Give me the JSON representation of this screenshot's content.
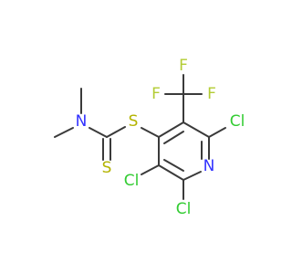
{
  "molecule": {
    "atoms": {
      "n_amine": {
        "label": "N",
        "color": "#3333ff"
      },
      "s_thione": {
        "label": "S",
        "color": "#b3b300"
      },
      "s_thio": {
        "label": "S",
        "color": "#b3b300"
      },
      "n_ring": {
        "label": "N",
        "color": "#3333ff"
      },
      "cl_2": {
        "label": "Cl",
        "color": "#33cc33"
      },
      "cl_5": {
        "label": "Cl",
        "color": "#33cc33"
      },
      "cl_6": {
        "label": "Cl",
        "color": "#33cc33"
      },
      "f_top": {
        "label": "F",
        "color": "#b3cc33"
      },
      "f_left": {
        "label": "F",
        "color": "#b3cc33"
      },
      "f_right": {
        "label": "F",
        "color": "#b3cc33"
      }
    },
    "bond_color": "#3a3a3a"
  }
}
